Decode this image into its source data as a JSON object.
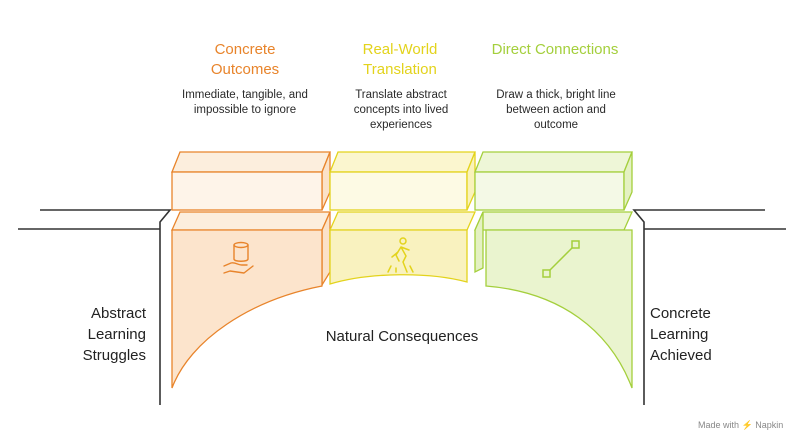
{
  "columns": [
    {
      "title": "Concrete Outcomes",
      "description": "Immediate, tangible, and impossible to ignore",
      "color": "#E8842B",
      "icon": "hand-cylinder-icon"
    },
    {
      "title": "Real-World Translation",
      "description": "Translate abstract concepts into lived experiences",
      "color": "#E3D31C",
      "icon": "walking-person-icon"
    },
    {
      "title": "Direct Connections",
      "description": "Draw a thick, bright line between action and outcome",
      "color": "#A4CF3C",
      "icon": "connection-line-icon"
    }
  ],
  "left_label": "Abstract Learning Struggles",
  "right_label": "Concrete Learning Achieved",
  "center_label": "Natural Consequences",
  "footer": {
    "prefix": "Made with",
    "brand": "Napkin"
  }
}
